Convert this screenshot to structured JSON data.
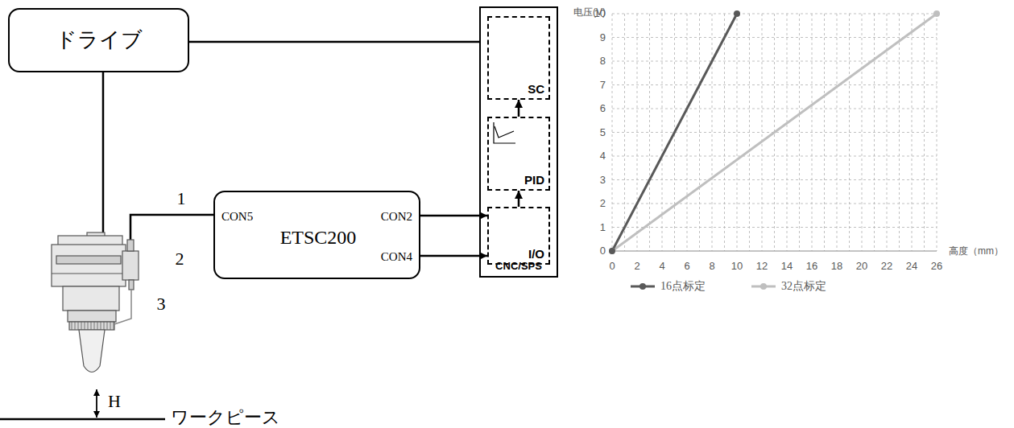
{
  "diagram": {
    "nodes": [
      {
        "text": [
          "ドライブ"
        ]
      },
      {
        "text": [
          "ETSC200",
          "CON5",
          "CON2",
          "CON4"
        ]
      },
      {
        "text": [
          "CNC/SPS"
        ]
      },
      {
        "text": [
          "SC"
        ],
        "in": 2
      },
      {
        "text": [
          "PID"
        ],
        "in": 2
      },
      {
        "text": [
          "I/O"
        ],
        "in": 2
      }
    ],
    "edges": [
      {
        "from": 0,
        "to": 2,
        "arrow": "none"
      },
      {
        "from": 4,
        "to": 3,
        "arrow": "to"
      },
      {
        "from": 5,
        "to": 4,
        "arrow": "to"
      },
      {
        "from": 1,
        "to": 5,
        "arrow": "to"
      },
      {
        "from": 1,
        "to": 5,
        "arrow": "to"
      }
    ],
    "labels": [
      "1",
      "2",
      "3",
      "H",
      "ワークピース",
      "电压(V)",
      "10",
      "9",
      "8",
      "7",
      "6",
      "5",
      "4",
      "3",
      "2",
      "1",
      "0",
      "0",
      "2",
      "4",
      "6",
      "8",
      "10",
      "12",
      "14",
      "16",
      "18",
      "20",
      "22",
      "24",
      "26",
      "高度（mm）"
    ],
    "legend": [
      {
        "text": "16点标定"
      },
      {
        "text": "32点标定"
      }
    ]
  }
}
